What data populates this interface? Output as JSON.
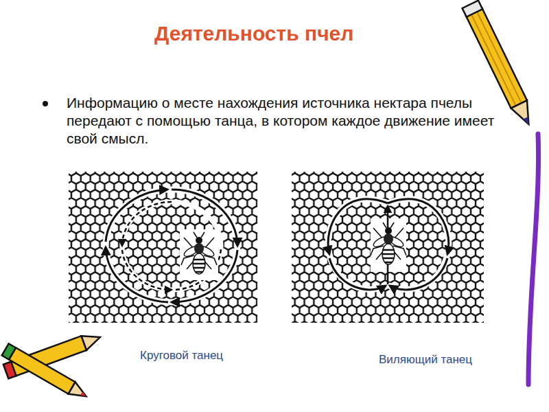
{
  "diagram": {
    "title": "Деятельность пчел",
    "labels": [
      "Информацию о месте нахождения источника нектара пчелы передают с помощью танца, в котором каждое движение имеет свой смысл.",
      "Круговой танец",
      "Виляющий танец"
    ]
  }
}
